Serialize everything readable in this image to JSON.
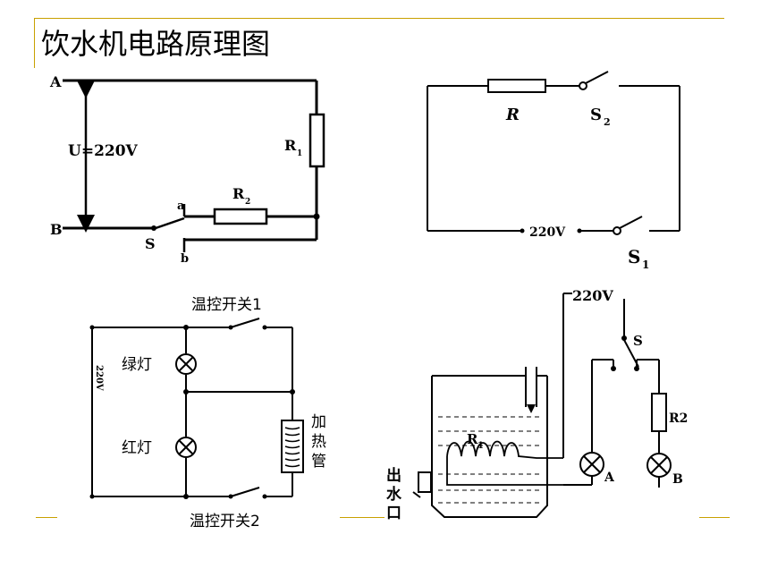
{
  "title": "饮水机电路原理图",
  "d1": {
    "node_a": "A",
    "node_b": "B",
    "voltage": "U=220V",
    "r1": "R",
    "r1_sub": "1",
    "r2": "R",
    "r2_sub": "2",
    "switch": "S",
    "contact_a": "a",
    "contact_b": "b"
  },
  "d2": {
    "resistor": "R",
    "s2": "S",
    "s2_sub": "2",
    "voltage": "220V",
    "s1": "S",
    "s1_sub": "1"
  },
  "d3": {
    "switch_top": "温控开关1",
    "switch_bottom": "温控开关2",
    "green_lamp": "绿灯",
    "red_lamp": "红灯",
    "heater": [
      "加",
      "热",
      "管"
    ],
    "voltage": "220V"
  },
  "d4": {
    "voltage": "220V",
    "switch": "S",
    "r1": "R",
    "r1_sub": "1",
    "r2": "R2",
    "lamp_a": "A",
    "lamp_b": "B",
    "outlet": [
      "出",
      "水",
      "口"
    ]
  }
}
